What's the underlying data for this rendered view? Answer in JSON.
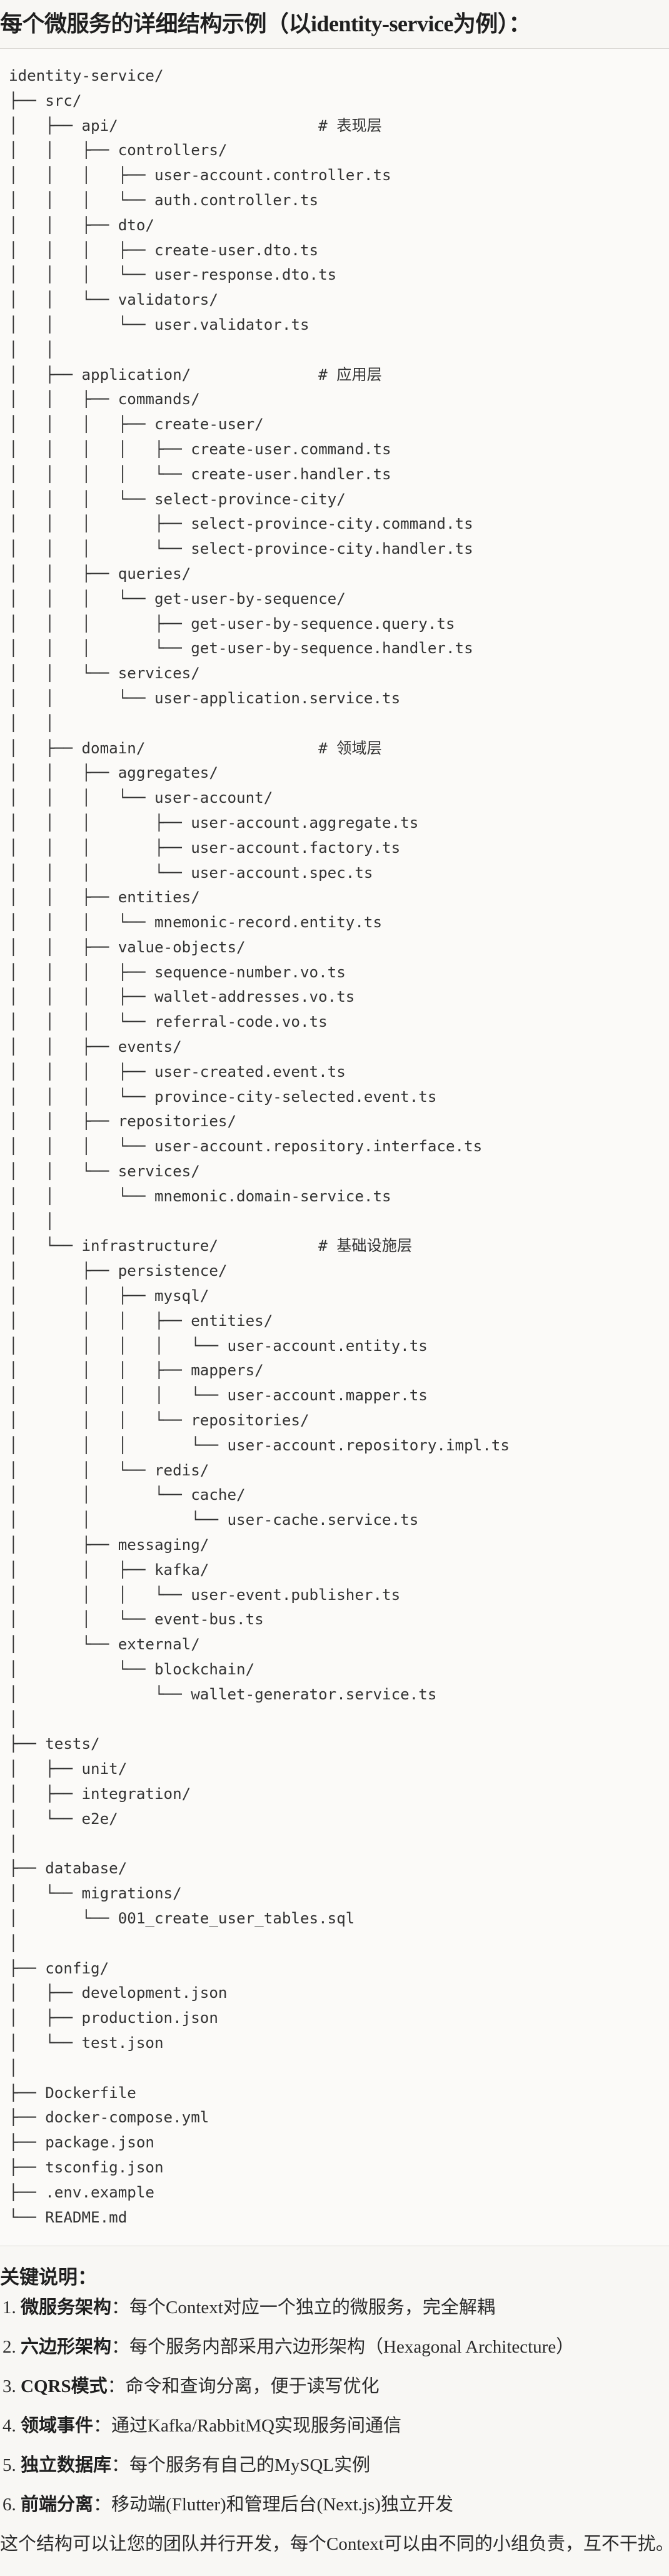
{
  "title": "每个微服务的详细结构示例（以identity-service为例）：",
  "tree": [
    {
      "text": "identity-service/"
    },
    {
      "text": "├── src/"
    },
    {
      "text": "│   ├── api/                      ",
      "comment": "# 表现层"
    },
    {
      "text": "│   │   ├── controllers/"
    },
    {
      "text": "│   │   │   ├── user-account.controller.ts"
    },
    {
      "text": "│   │   │   └── auth.controller.ts"
    },
    {
      "text": "│   │   ├── dto/"
    },
    {
      "text": "│   │   │   ├── create-user.dto.ts"
    },
    {
      "text": "│   │   │   └── user-response.dto.ts"
    },
    {
      "text": "│   │   └── validators/"
    },
    {
      "text": "│   │       └── user.validator.ts"
    },
    {
      "text": "│   │"
    },
    {
      "text": "│   ├── application/              ",
      "comment": "# 应用层"
    },
    {
      "text": "│   │   ├── commands/"
    },
    {
      "text": "│   │   │   ├── create-user/"
    },
    {
      "text": "│   │   │   │   ├── create-user.command.ts"
    },
    {
      "text": "│   │   │   │   └── create-user.handler.ts"
    },
    {
      "text": "│   │   │   └── select-province-city/"
    },
    {
      "text": "│   │   │       ├── select-province-city.command.ts"
    },
    {
      "text": "│   │   │       └── select-province-city.handler.ts"
    },
    {
      "text": "│   │   ├── queries/"
    },
    {
      "text": "│   │   │   └── get-user-by-sequence/"
    },
    {
      "text": "│   │   │       ├── get-user-by-sequence.query.ts"
    },
    {
      "text": "│   │   │       └── get-user-by-sequence.handler.ts"
    },
    {
      "text": "│   │   └── services/"
    },
    {
      "text": "│   │       └── user-application.service.ts"
    },
    {
      "text": "│   │"
    },
    {
      "text": "│   ├── domain/                   ",
      "comment": "# 领域层"
    },
    {
      "text": "│   │   ├── aggregates/"
    },
    {
      "text": "│   │   │   └── user-account/"
    },
    {
      "text": "│   │   │       ├── user-account.aggregate.ts"
    },
    {
      "text": "│   │   │       ├── user-account.factory.ts"
    },
    {
      "text": "│   │   │       └── user-account.spec.ts"
    },
    {
      "text": "│   │   ├── entities/"
    },
    {
      "text": "│   │   │   └── mnemonic-record.entity.ts"
    },
    {
      "text": "│   │   ├── value-objects/"
    },
    {
      "text": "│   │   │   ├── sequence-number.vo.ts"
    },
    {
      "text": "│   │   │   ├── wallet-addresses.vo.ts"
    },
    {
      "text": "│   │   │   └── referral-code.vo.ts"
    },
    {
      "text": "│   │   ├── events/"
    },
    {
      "text": "│   │   │   ├── user-created.event.ts"
    },
    {
      "text": "│   │   │   └── province-city-selected.event.ts"
    },
    {
      "text": "│   │   ├── repositories/"
    },
    {
      "text": "│   │   │   └── user-account.repository.interface.ts"
    },
    {
      "text": "│   │   └── services/"
    },
    {
      "text": "│   │       └── mnemonic.domain-service.ts"
    },
    {
      "text": "│   │"
    },
    {
      "text": "│   └── infrastructure/           ",
      "comment": "# 基础设施层"
    },
    {
      "text": "│       ├── persistence/"
    },
    {
      "text": "│       │   ├── mysql/"
    },
    {
      "text": "│       │   │   ├── entities/"
    },
    {
      "text": "│       │   │   │   └── user-account.entity.ts"
    },
    {
      "text": "│       │   │   ├── mappers/"
    },
    {
      "text": "│       │   │   │   └── user-account.mapper.ts"
    },
    {
      "text": "│       │   │   └── repositories/"
    },
    {
      "text": "│       │   │       └── user-account.repository.impl.ts"
    },
    {
      "text": "│       │   └── redis/"
    },
    {
      "text": "│       │       └── cache/"
    },
    {
      "text": "│       │           └── user-cache.service.ts"
    },
    {
      "text": "│       ├── messaging/"
    },
    {
      "text": "│       │   ├── kafka/"
    },
    {
      "text": "│       │   │   └── user-event.publisher.ts"
    },
    {
      "text": "│       │   └── event-bus.ts"
    },
    {
      "text": "│       └── external/"
    },
    {
      "text": "│           └── blockchain/"
    },
    {
      "text": "│               └── wallet-generator.service.ts"
    },
    {
      "text": "│"
    },
    {
      "text": "├── tests/"
    },
    {
      "text": "│   ├── unit/"
    },
    {
      "text": "│   ├── integration/"
    },
    {
      "text": "│   └── e2e/"
    },
    {
      "text": "│"
    },
    {
      "text": "├── database/"
    },
    {
      "text": "│   └── migrations/"
    },
    {
      "text": "│       └── 001_create_user_tables.sql"
    },
    {
      "text": "│"
    },
    {
      "text": "├── config/"
    },
    {
      "text": "│   ├── development.json"
    },
    {
      "text": "│   ├── production.json"
    },
    {
      "text": "│   └── test.json"
    },
    {
      "text": "│"
    },
    {
      "text": "├── Dockerfile"
    },
    {
      "text": "├── docker-compose.yml"
    },
    {
      "text": "├── package.json"
    },
    {
      "text": "├── tsconfig.json"
    },
    {
      "text": "├── .env.example"
    },
    {
      "text": "└── README.md"
    }
  ],
  "notes": {
    "heading": "关键说明：",
    "items": [
      {
        "num": "1. ",
        "term": "微服务架构",
        "sep": "：",
        "desc": "每个Context对应一个独立的微服务，完全解耦"
      },
      {
        "num": "2. ",
        "term": "六边形架构",
        "sep": "：",
        "desc": "每个服务内部采用六边形架构（Hexagonal Architecture）"
      },
      {
        "num": "3. ",
        "term": "CQRS模式",
        "sep": "：",
        "desc": "命令和查询分离，便于读写优化"
      },
      {
        "num": "4. ",
        "term": "领域事件",
        "sep": "：",
        "desc": "通过Kafka/RabbitMQ实现服务间通信"
      },
      {
        "num": "5. ",
        "term": "独立数据库",
        "sep": "：",
        "desc": "每个服务有自己的MySQL实例"
      },
      {
        "num": "6. ",
        "term": "前端分离",
        "sep": "：",
        "desc": "移动端(Flutter)和管理后台(Next.js)独立开发"
      }
    ],
    "conclusion": "这个结构可以让您的团队并行开发，每个Context可以由不同的小组负责，互不干扰。"
  }
}
